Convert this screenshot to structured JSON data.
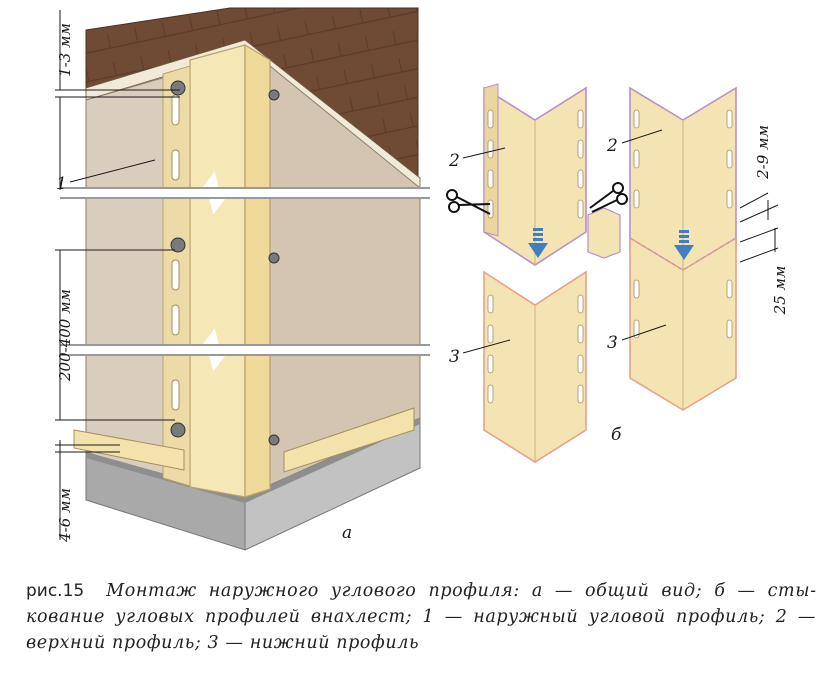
{
  "panel_a": {
    "dim_top": "1-3 мм",
    "dim_middle": "200-400 мм",
    "dim_bottom": "4-6 мм",
    "part_1": "1",
    "panel_letter": "а"
  },
  "panel_b": {
    "part_2_left": "2",
    "part_3_left": "3",
    "part_2_right": "2",
    "part_3_right": "3",
    "dim_gap": "2-9 мм",
    "dim_overlap": "25 мм",
    "panel_letter": "б"
  },
  "caption": {
    "figure_label": "рис.15",
    "text": "Монтаж наружного углового профиля: а — общий вид; б — сты­кование угловых профилей внахлест; 1 — наружный угловой профиль; 2 — верхний профиль; 3 — нижний профиль"
  },
  "colors": {
    "roof": "#6f4b36",
    "wall": "#d7cab9",
    "profile": "#f6e7b6",
    "profile_edge": "#b9a06a",
    "foundation": "#a8a8a8",
    "arrow": "#3f7fc2",
    "top_profile_edge": "#b691c9",
    "bottom_profile_edge": "#e8a08a"
  }
}
